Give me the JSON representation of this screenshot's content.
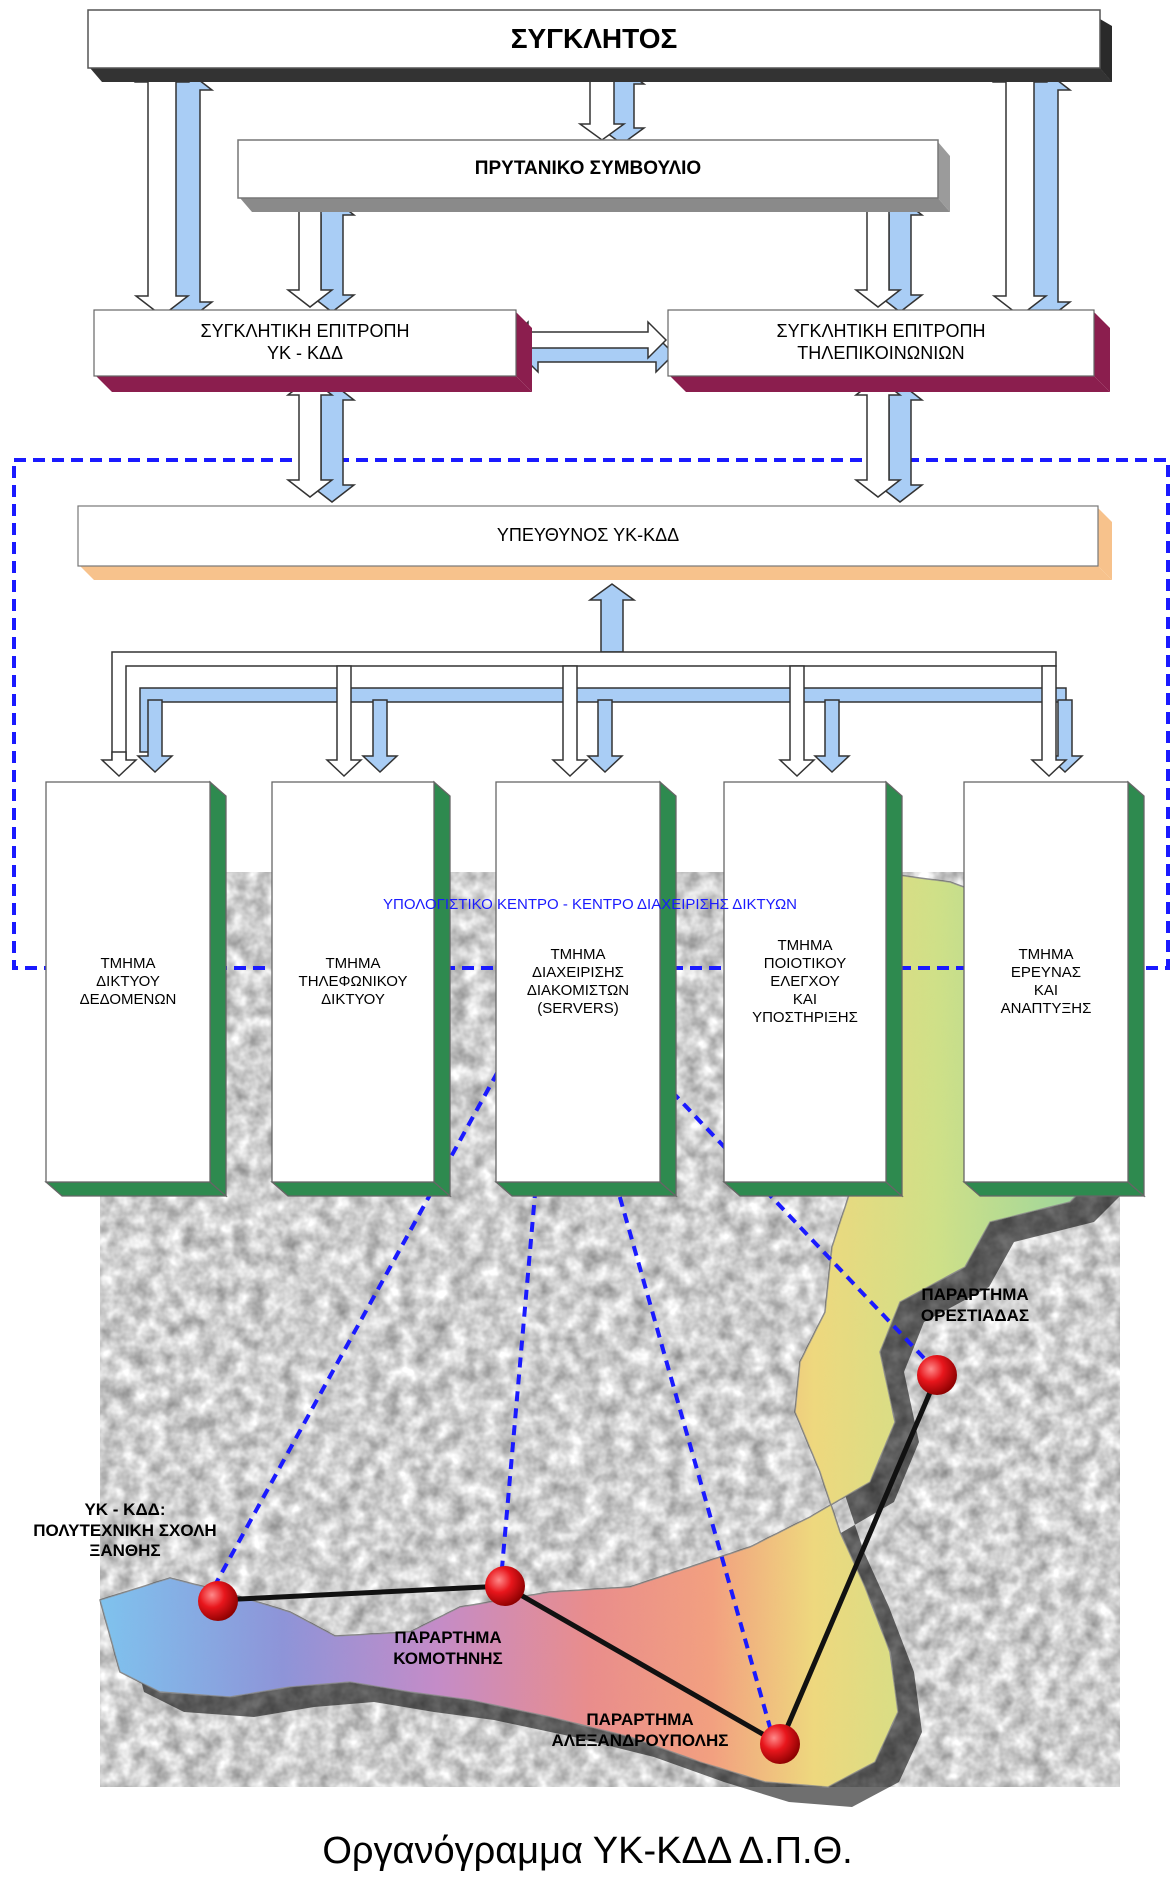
{
  "diagram": {
    "senate": "ΣΥΓΚΛΗΤΟΣ",
    "rectors_council": "ΠΡΥΤΑΝΙΚΟ ΣΥΜΒΟΥΛΙΟ",
    "committee_left": "ΣΥΓΚΛΗΤΙΚΗ ΕΠΙΤΡΟΠΗ\nΥΚ - ΚΔΔ",
    "committee_right": "ΣΥΓΚΛΗΤΙΚΗ ΕΠΙΤΡΟΠΗ\nΤΗΛΕΠΙΚΟΙΝΩΝΙΩΝ",
    "director": "ΥΠΕΥΘΥΝΟΣ ΥΚ-ΚΔΔ",
    "departments": [
      "ΤΜΗΜΑ\nΔΙΚΤΥΟΥ\nΔΕΔΟΜΕΝΩΝ",
      "ΤΜΗΜΑ\nΤΗΛΕΦΩΝΙΚΟΥ\nΔΙΚΤΥΟΥ",
      "ΤΜΗΜΑ\nΔΙΑΧΕΙΡΙΣΗΣ\nΔΙΑΚΟΜΙΣΤΩΝ\n(SERVERS)",
      "ΤΜΗΜΑ\nΠΟΙΟΤΙΚΟΥ\nΕΛΕΓΧΟΥ\nΚΑΙ\nΥΠΟΣΤΗΡΙΞΗΣ",
      "ΤΜΗΜΑ\nΕΡΕΥΝΑΣ\nΚΑΙ\nΑΝΑΠΤΥΞΗΣ"
    ],
    "computing_center": "ΥΠΟΛΟΓΙΣΤΙΚΟ ΚΕΝΤΡΟ - ΚΕΝΤΡΟ ΔΙΑΧΕΙΡΙΣΗΣ ΔΙΚΤΥΩΝ"
  },
  "map": {
    "xanthi": "ΥΚ - ΚΔΔ:\nΠΟΛΥΤΕΧΝΙΚΗ ΣΧΟΛΗ\nΞΑΝΘΗΣ",
    "komotini": "ΠΑΡΑΡΤΗΜΑ\nΚΟΜΟΤΗΝΗΣ",
    "alexandroupoli": "ΠΑΡΑΡΤΗΜΑ\nΑΛΕΞΑΝΔΡΟΥΠΟΛΗΣ",
    "orestiada": "ΠΑΡΑΡΤΗΜΑ\nΟΡΕΣΤΙΑΔΑΣ"
  },
  "caption": "Οργανόγραμμα ΥΚ-ΚΔΔ Δ.Π.Θ.",
  "colors": {
    "committee_accent": "#8b1e4e",
    "director_accent": "#f7c28c",
    "department_accent": "#2e8a4f",
    "arrow_fill": "#a9cdf5",
    "dashed_line": "#1a1aff",
    "node": "#e8161c"
  }
}
